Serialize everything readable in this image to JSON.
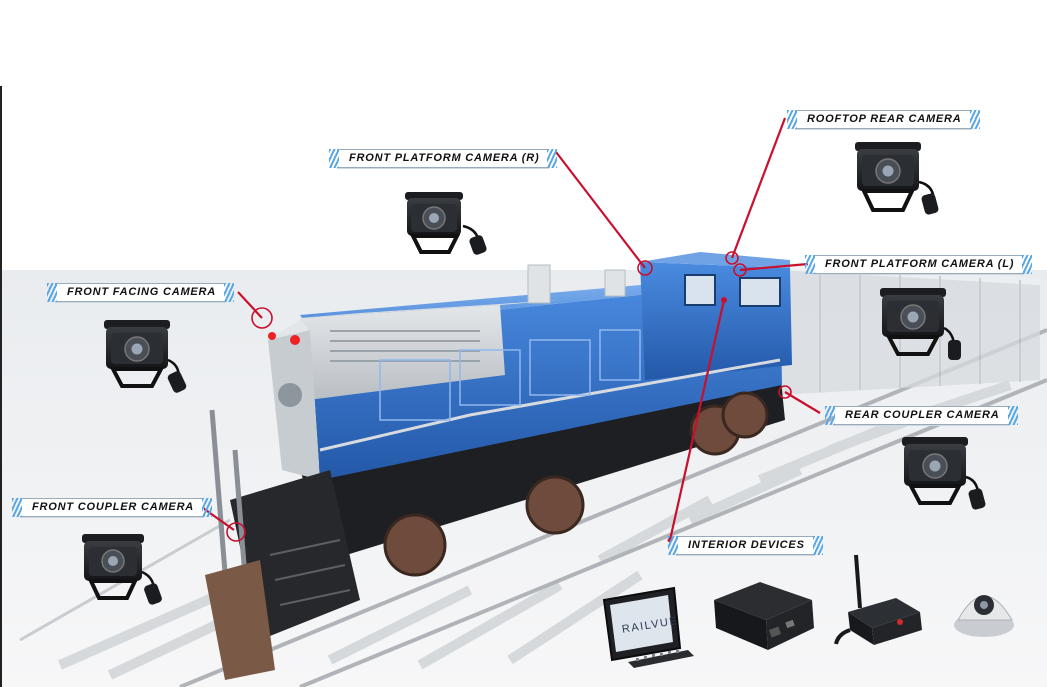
{
  "labels": {
    "rooftop_rear": "ROOFTOP REAR CAMERA",
    "front_platform_r": "FRONT PLATFORM CAMERA (R)",
    "front_platform_l": "FRONT PLATFORM CAMERA (L)",
    "front_facing": "FRONT FACING CAMERA",
    "rear_coupler": "REAR COUPLER CAMERA",
    "front_coupler": "FRONT COUPLER CAMERA",
    "interior_devices": "INTERIOR DEVICES"
  },
  "monitor_logo": "RAILVUE",
  "colors": {
    "leader_line": "#c8102e",
    "locomotive_blue": "#2f6fc4",
    "label_stripe": "#5aa7e6"
  },
  "icons": [
    "camera-icon",
    "monitor-icon",
    "dvr-icon",
    "antenna-icon",
    "dome-camera-icon"
  ]
}
